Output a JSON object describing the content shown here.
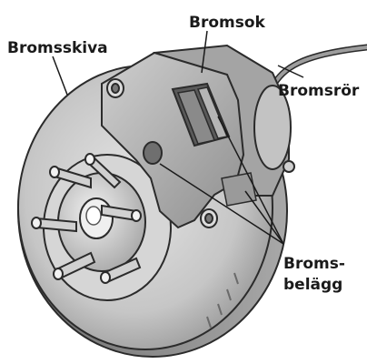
{
  "labels": {
    "disc": "Bromsskiva",
    "caliper": "Bromsok",
    "brake_line": "Bromsrör",
    "pads_line1": "Broms-",
    "pads_line2": "belägg"
  },
  "colors": {
    "background": "#ffffff",
    "outline": "#2b2b2b",
    "disc_face": "#c8c8c8",
    "disc_edge": "#8c8c8c",
    "hub": "#d9d9d9",
    "caliper": "#b0b0b0",
    "label_text": "#1a1a1a"
  }
}
